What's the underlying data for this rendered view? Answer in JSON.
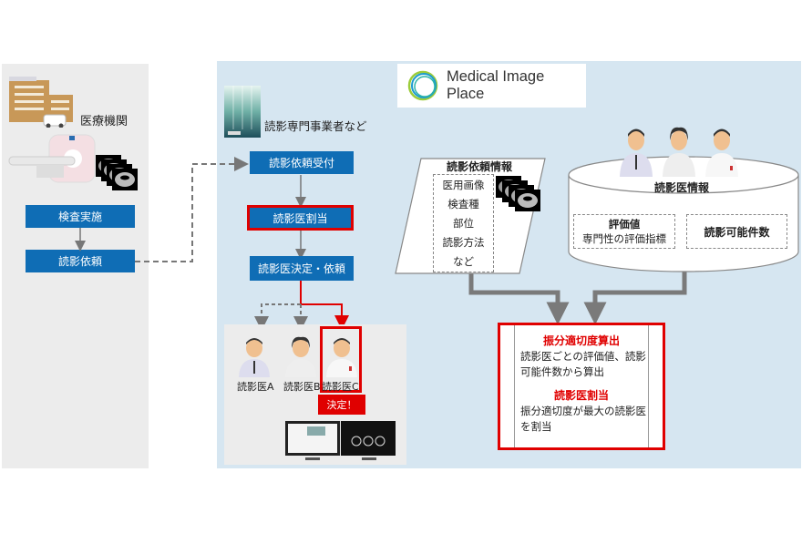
{
  "left_panel": {
    "title": "医療機関",
    "steps": [
      "検査実施",
      "読影依頼"
    ]
  },
  "right_panel": {
    "logo_text": "Medical Image Place",
    "org_title": "読影専門事業者など",
    "flow": [
      "読影依頼受付",
      "読影医割当",
      "読影医決定・依頼"
    ],
    "doctors": [
      "読影医A",
      "読影医B",
      "読影医C"
    ],
    "decision_label": "決定！",
    "request_info": {
      "title": "読影依頼情報",
      "items": [
        "医用画像",
        "検査種",
        "部位",
        "読影方法",
        "など"
      ]
    },
    "doctor_info": {
      "title": "読影医情報",
      "eval_title": "評価値",
      "eval_desc": "専門性の評価指標",
      "capacity": "読影可能件数"
    },
    "result": {
      "title1": "振分適切度算出",
      "desc1": "読影医ごとの評価値、読影可能件数から算出",
      "title2": "読影医割当",
      "desc2": "振分適切度が最大の読影医を割当"
    }
  },
  "colors": {
    "blue": "#0f6db5",
    "red": "#e00000",
    "panel_blue": "#d6e6f1",
    "panel_gray": "#ececec"
  }
}
